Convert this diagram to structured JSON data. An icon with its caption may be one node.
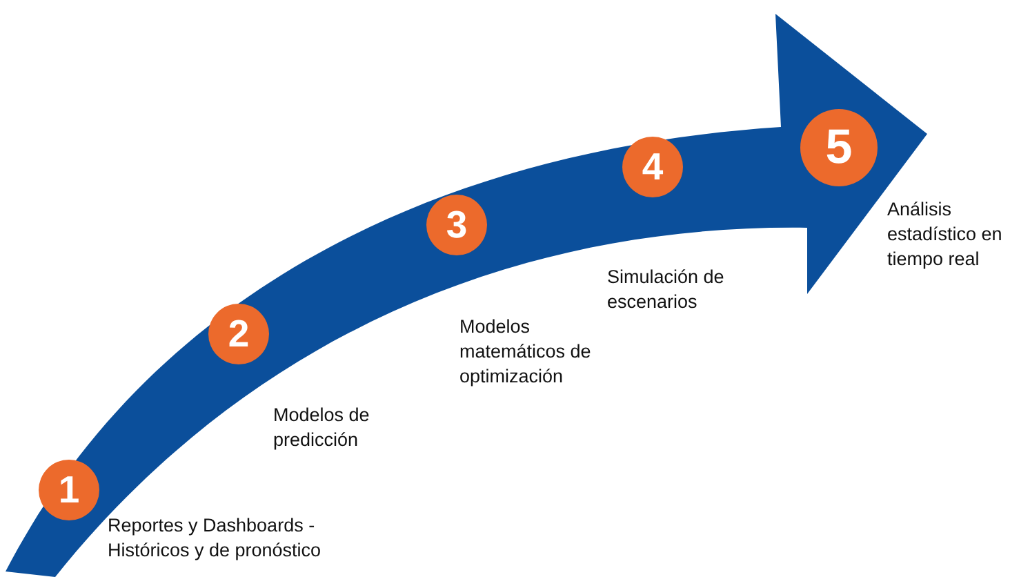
{
  "diagram": {
    "nodes": [
      {
        "text": [
          "1"
        ],
        "beside": [
          "Reportes y Dashboards - Históricos y de pronóstico"
        ]
      },
      {
        "text": [
          "2"
        ],
        "beside": [
          "Modelos de predicción"
        ]
      },
      {
        "text": [
          "3"
        ],
        "beside": [
          "Modelos matemáticos de optimización"
        ]
      },
      {
        "text": [
          "4"
        ],
        "beside": [
          "Simulación de escenarios"
        ]
      },
      {
        "text": [
          "5"
        ],
        "beside": [
          "Análisis estadístico en tiempo real"
        ]
      }
    ]
  }
}
